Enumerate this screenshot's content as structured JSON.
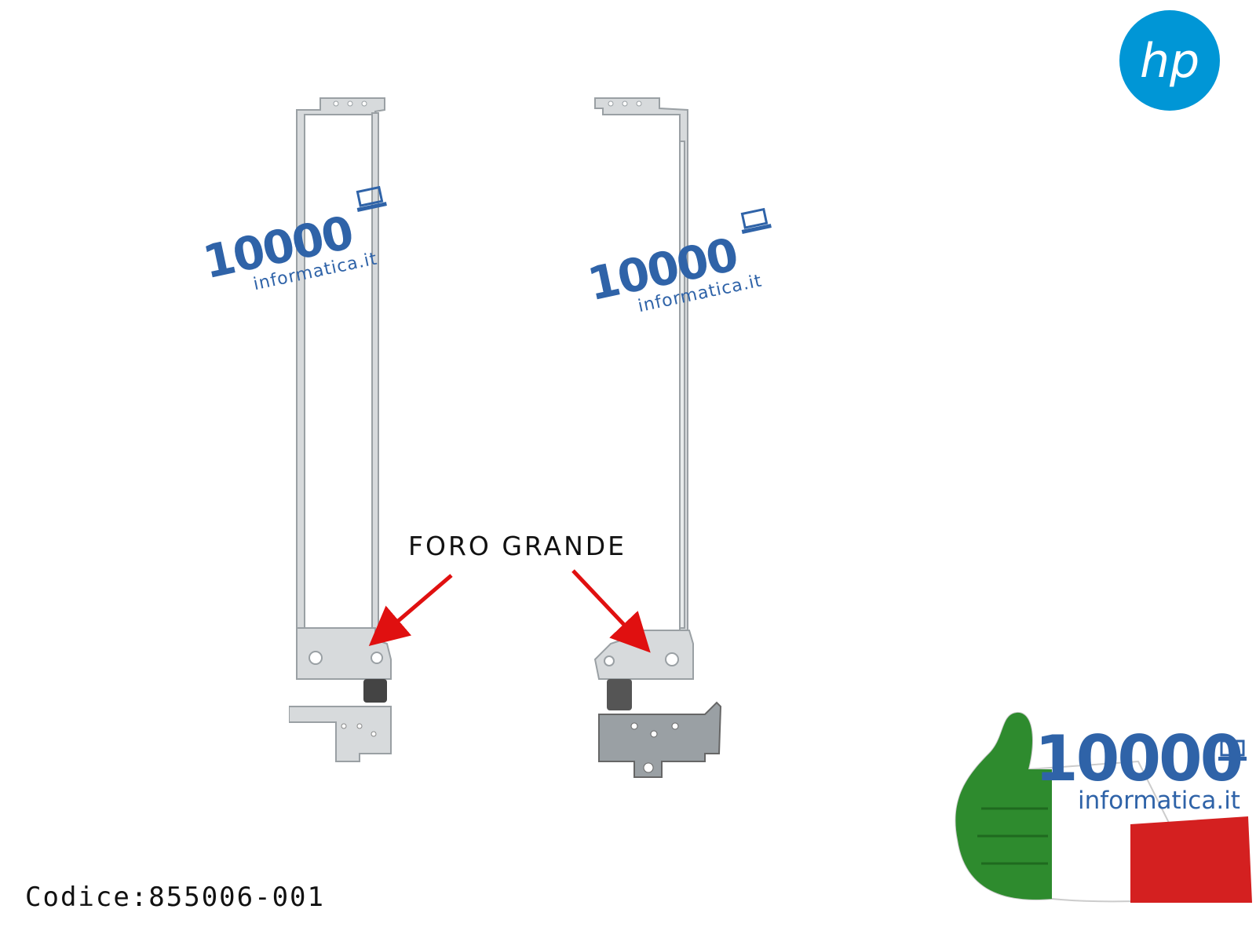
{
  "brand_logo": {
    "text": "hp",
    "color": "#0096d6"
  },
  "watermark": {
    "number": "10000",
    "domain": "informatica.it",
    "color": "#2f63a8"
  },
  "annotation": {
    "label": "FORO GRANDE",
    "arrow_color": "#e01010"
  },
  "product": {
    "code_label": "Codice:855006-001"
  },
  "store_badge": {
    "number": "10000",
    "domain": "informatica.it",
    "flag_colors": [
      "#2e8b2e",
      "#ffffff",
      "#d42020"
    ]
  }
}
